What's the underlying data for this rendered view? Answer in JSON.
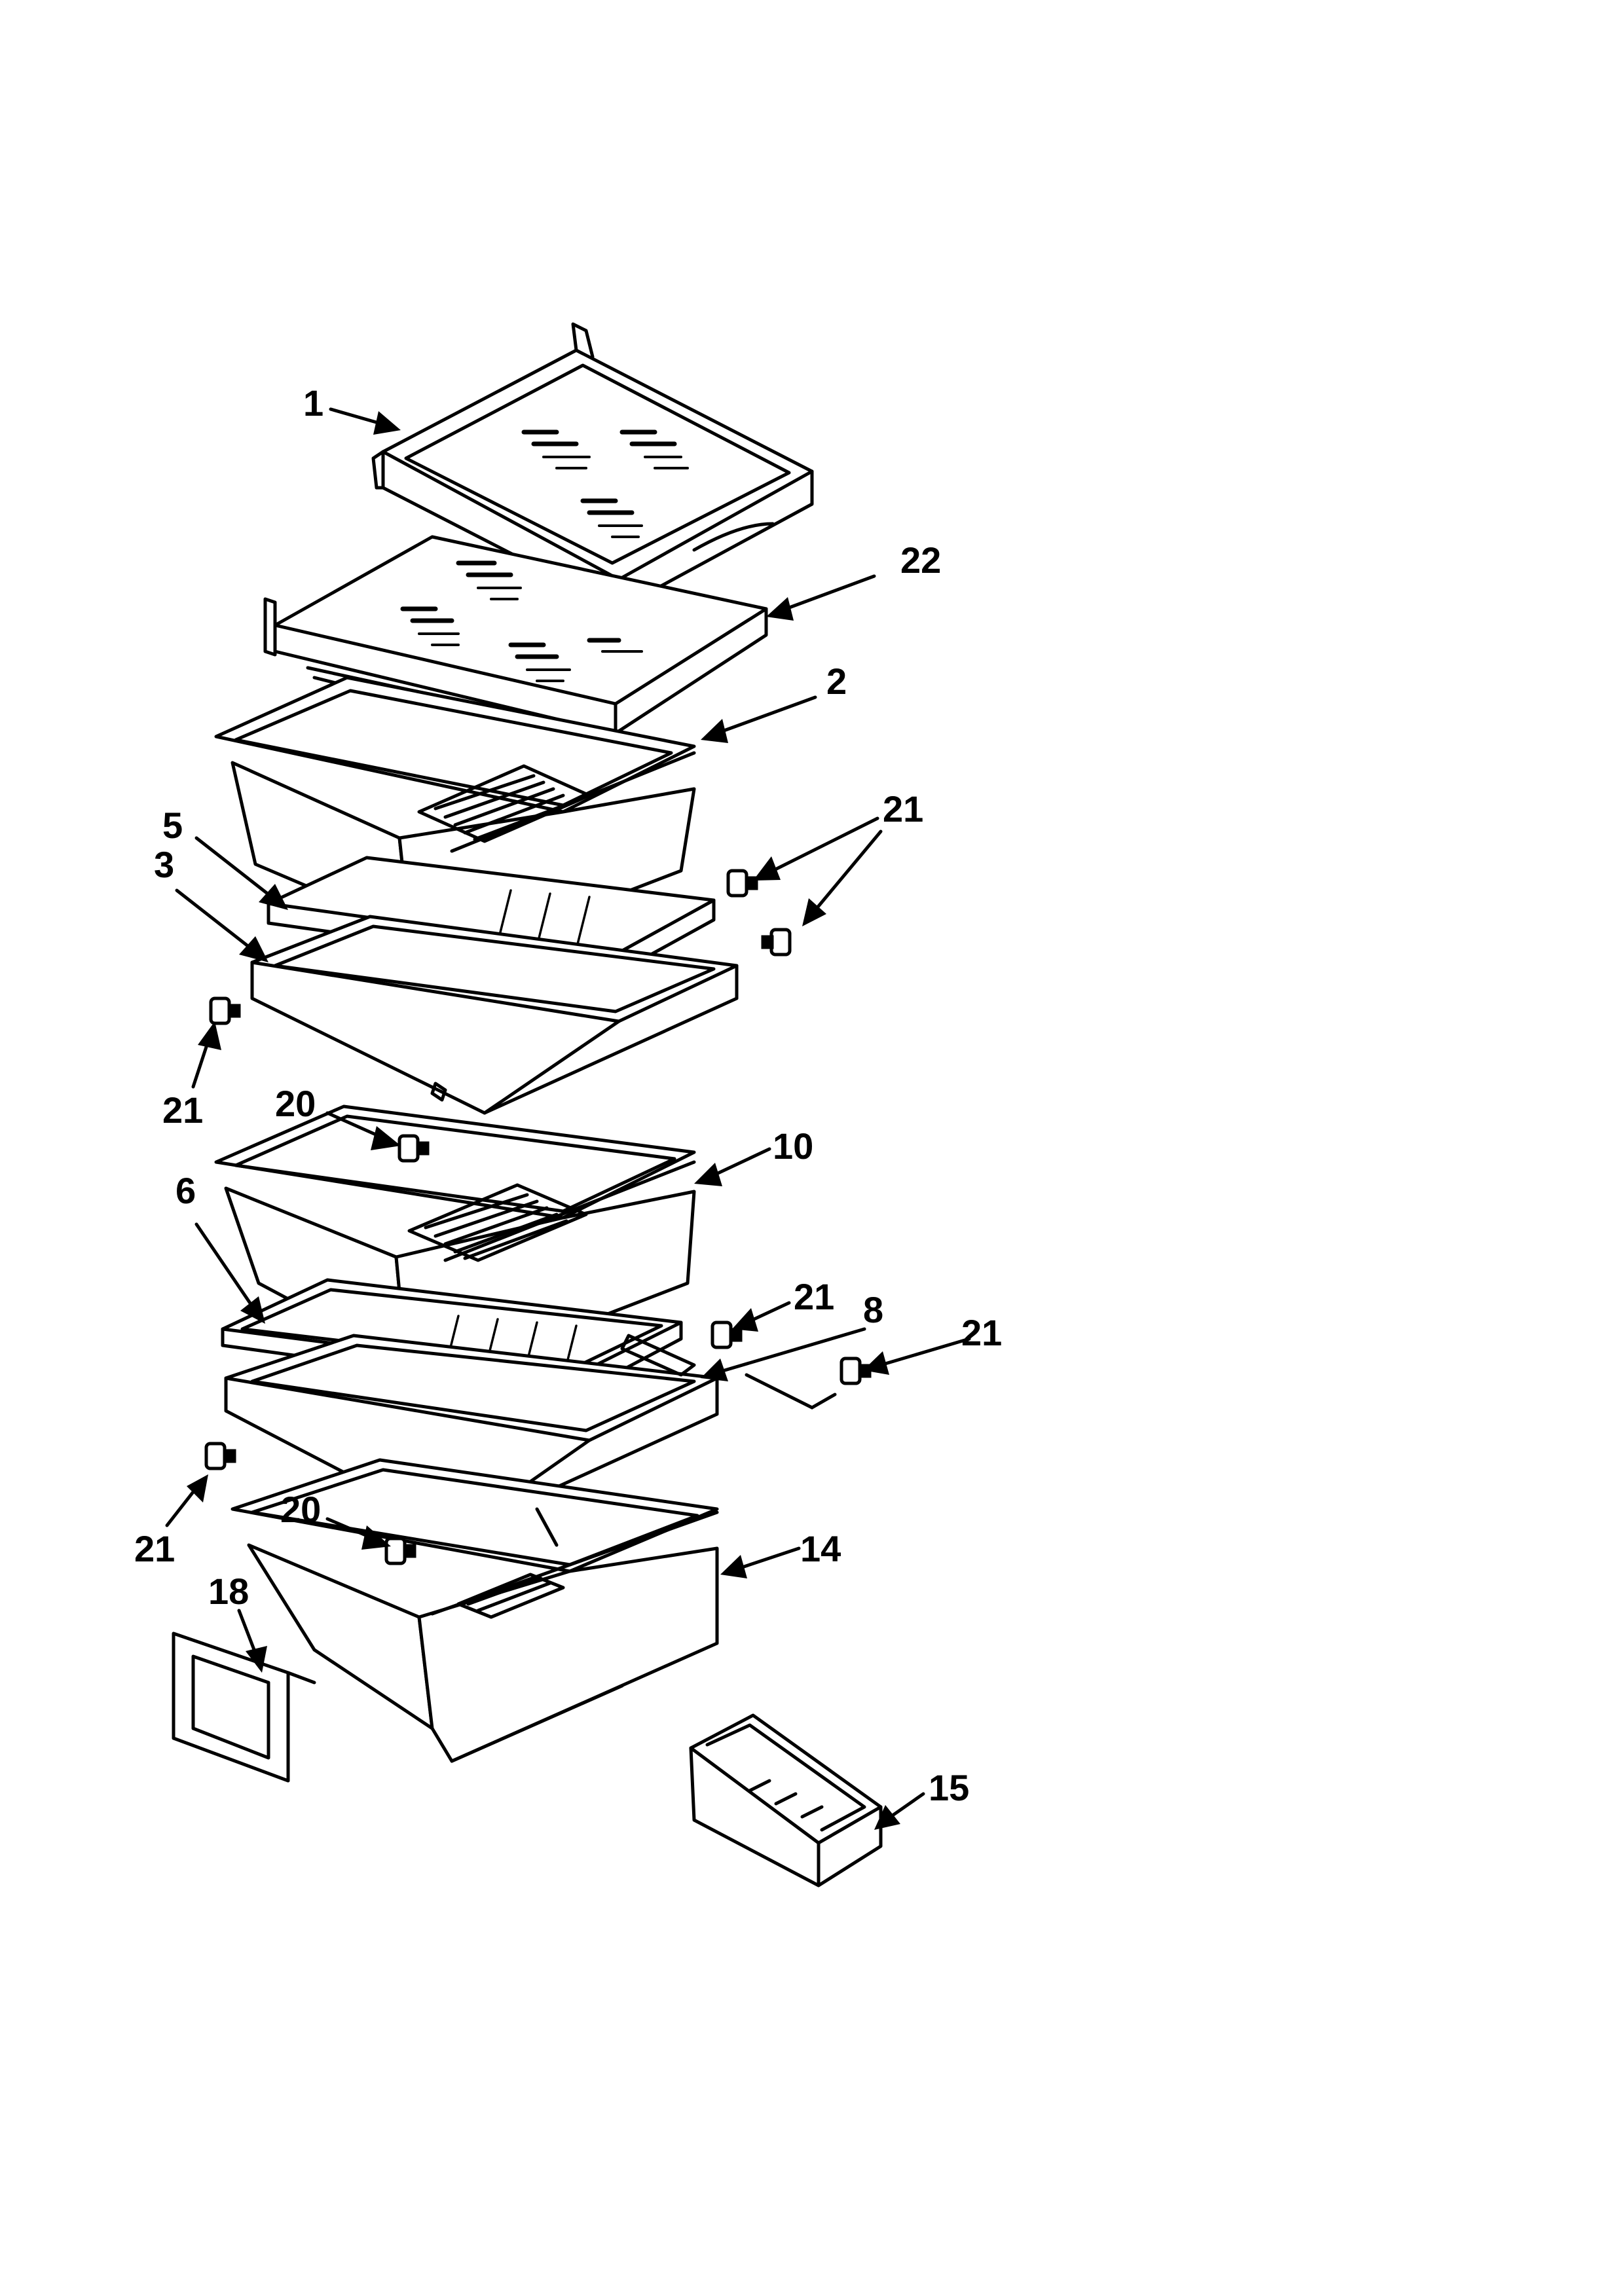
{
  "callouts": [
    {
      "id": "c1",
      "label": "1"
    },
    {
      "id": "c22",
      "label": "22"
    },
    {
      "id": "c2",
      "label": "2"
    },
    {
      "id": "c5",
      "label": "5"
    },
    {
      "id": "c3",
      "label": "3"
    },
    {
      "id": "c21a",
      "label": "21"
    },
    {
      "id": "c21b",
      "label": "21"
    },
    {
      "id": "c20a",
      "label": "20"
    },
    {
      "id": "c10",
      "label": "10"
    },
    {
      "id": "c6",
      "label": "6"
    },
    {
      "id": "c21c",
      "label": "21"
    },
    {
      "id": "c8",
      "label": "8"
    },
    {
      "id": "c21d",
      "label": "21"
    },
    {
      "id": "c21e",
      "label": "21"
    },
    {
      "id": "c20b",
      "label": "20"
    },
    {
      "id": "c14",
      "label": "14"
    },
    {
      "id": "c18",
      "label": "18"
    },
    {
      "id": "c15",
      "label": "15"
    }
  ]
}
